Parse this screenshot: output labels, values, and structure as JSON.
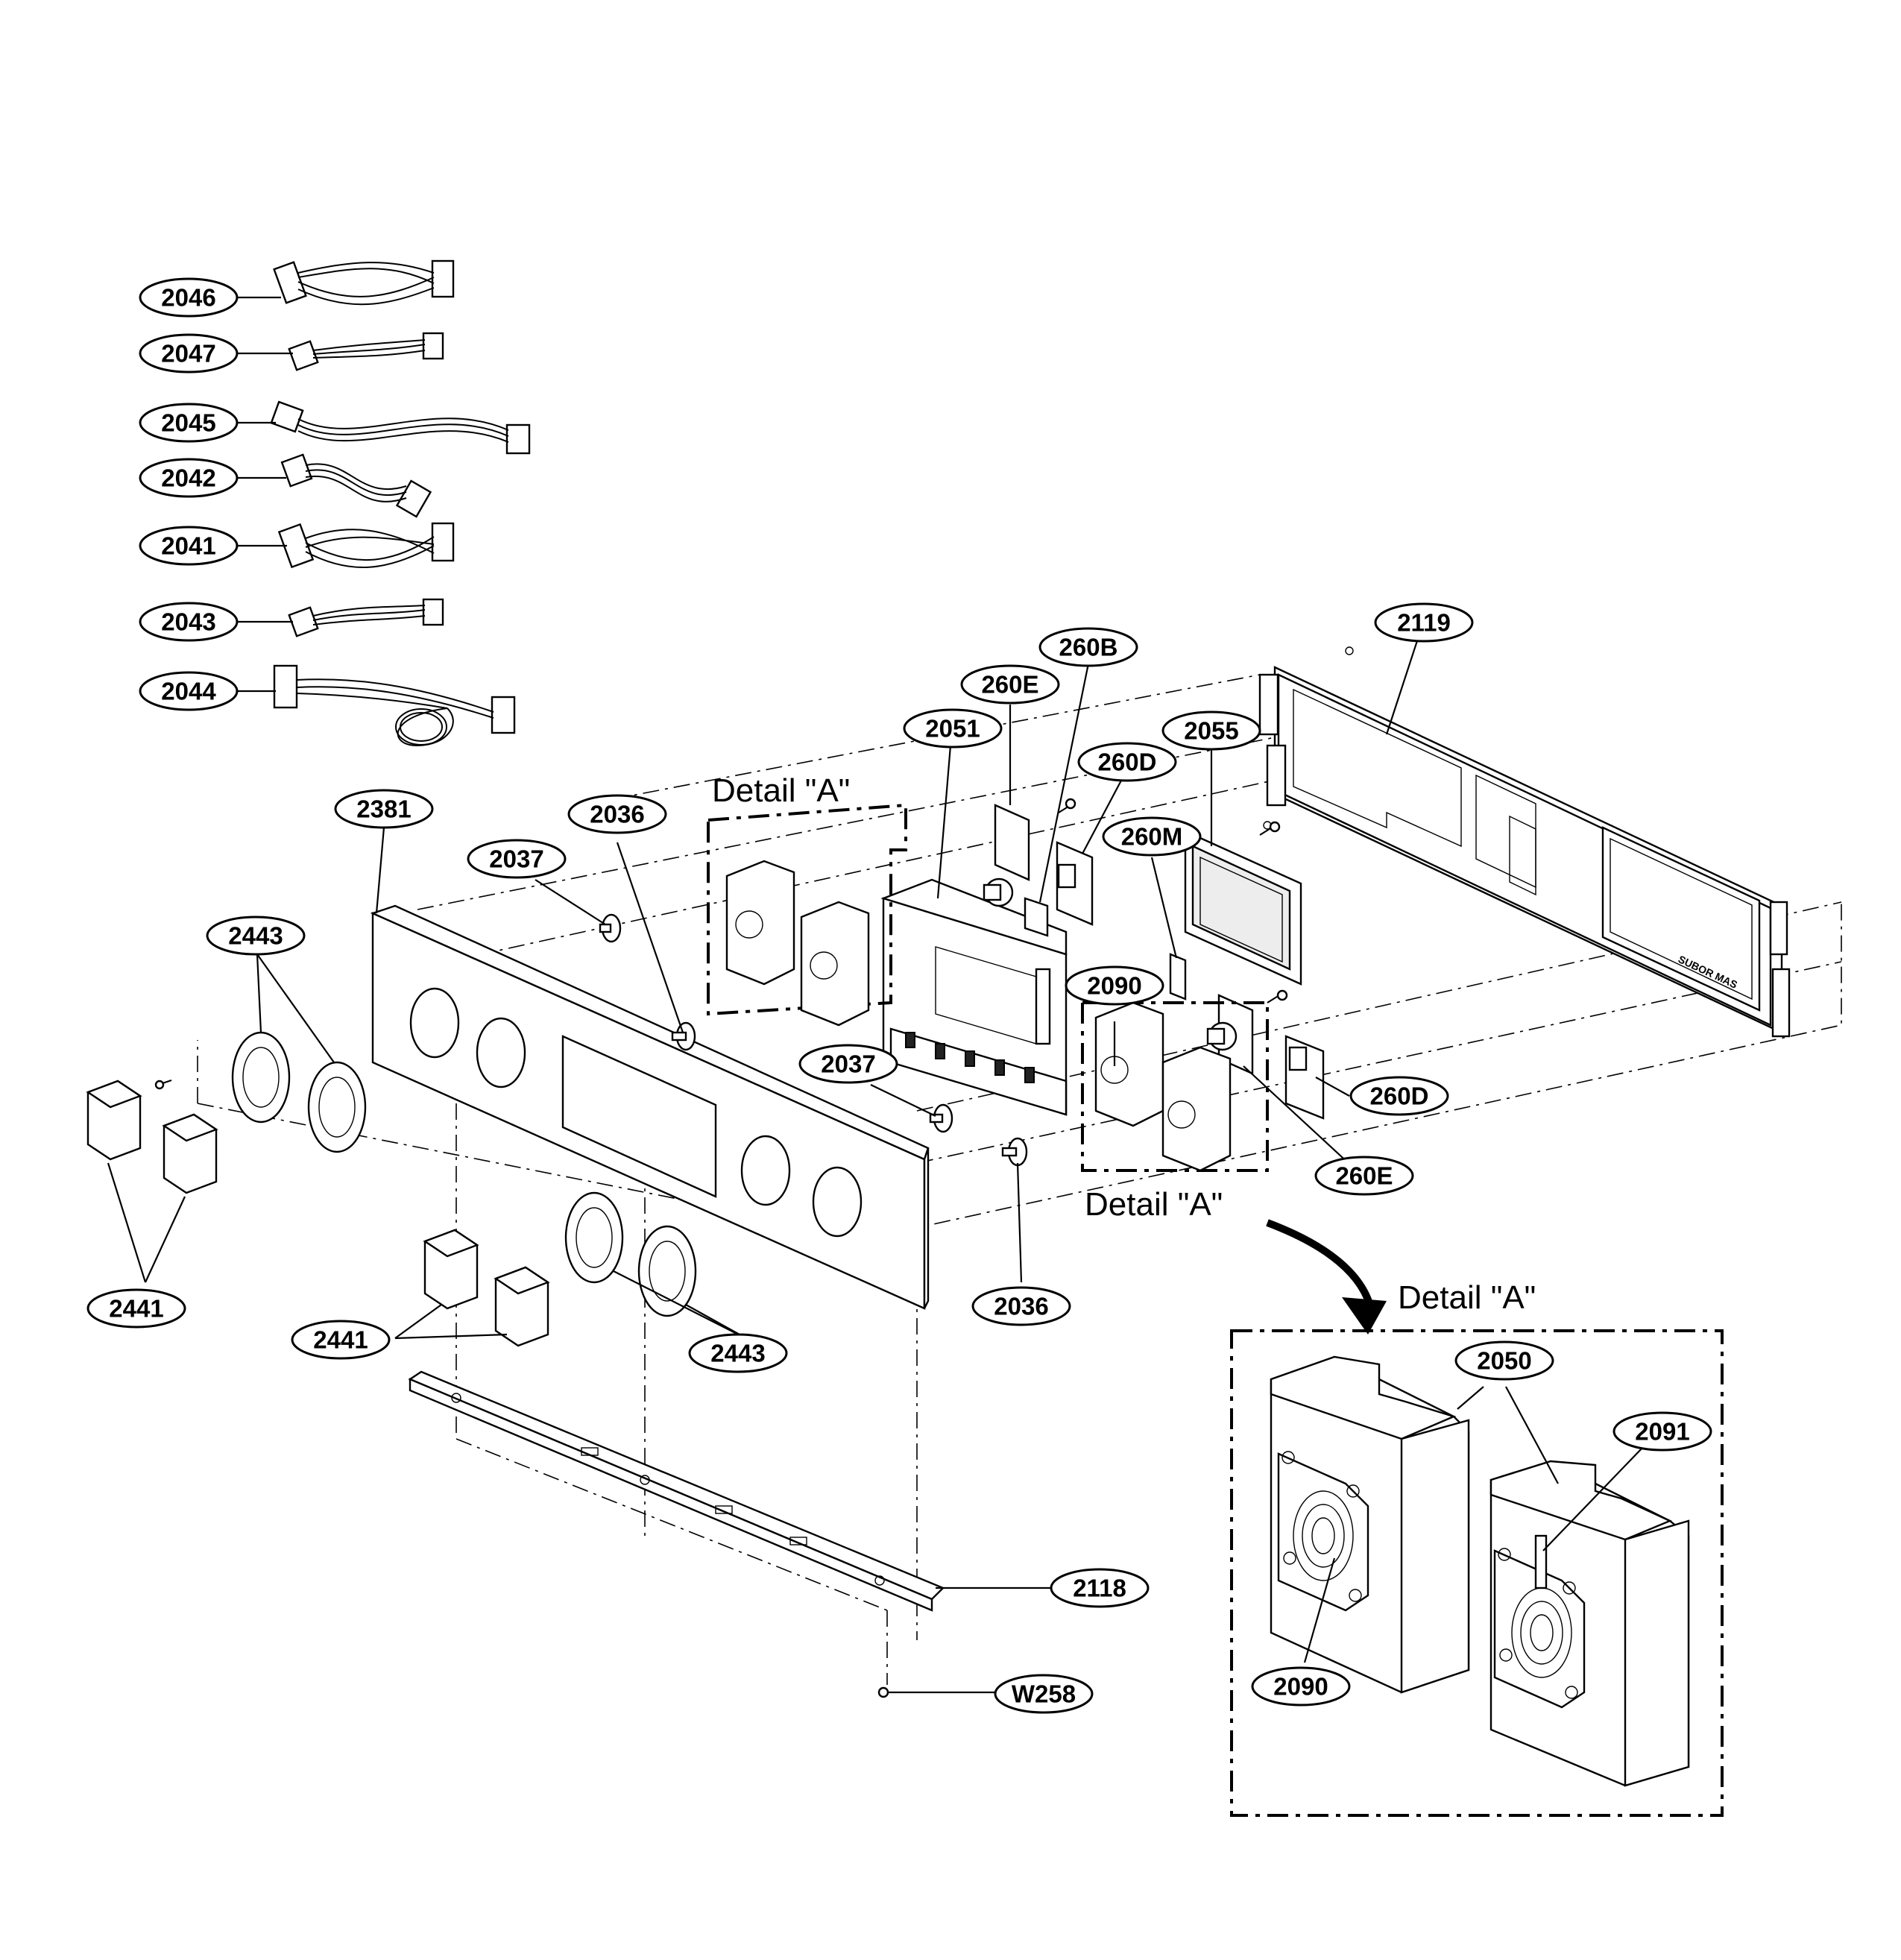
{
  "callouts": {
    "c2046": "2046",
    "c2047": "2047",
    "c2045": "2045",
    "c2042": "2042",
    "c2041": "2041",
    "c2043": "2043",
    "c2044": "2044",
    "c2119": "2119",
    "c260B": "260B",
    "c260E_top": "260E",
    "c2051": "2051",
    "c260D_top": "260D",
    "c2055": "2055",
    "c260M": "260M",
    "c2090_main": "2090",
    "c2381": "2381",
    "c2036_top": "2036",
    "c2037_top": "2037",
    "c2443_left": "2443",
    "c2037_mid": "2037",
    "c260D_right": "260D",
    "c260E_right": "260E",
    "c2036_bottom": "2036",
    "c2441_left": "2441",
    "c2441_bottom": "2441",
    "c2443_bottom": "2443",
    "c2118": "2118",
    "cW258": "W258",
    "c2050": "2050",
    "c2091": "2091",
    "c2090_detail": "2090"
  },
  "detail_labels": {
    "detail_top": "Detail \"A\"",
    "detail_mid": "Detail \"A\"",
    "detail_inset": "Detail \"A\""
  },
  "panel_text": "SUBOR MAS"
}
